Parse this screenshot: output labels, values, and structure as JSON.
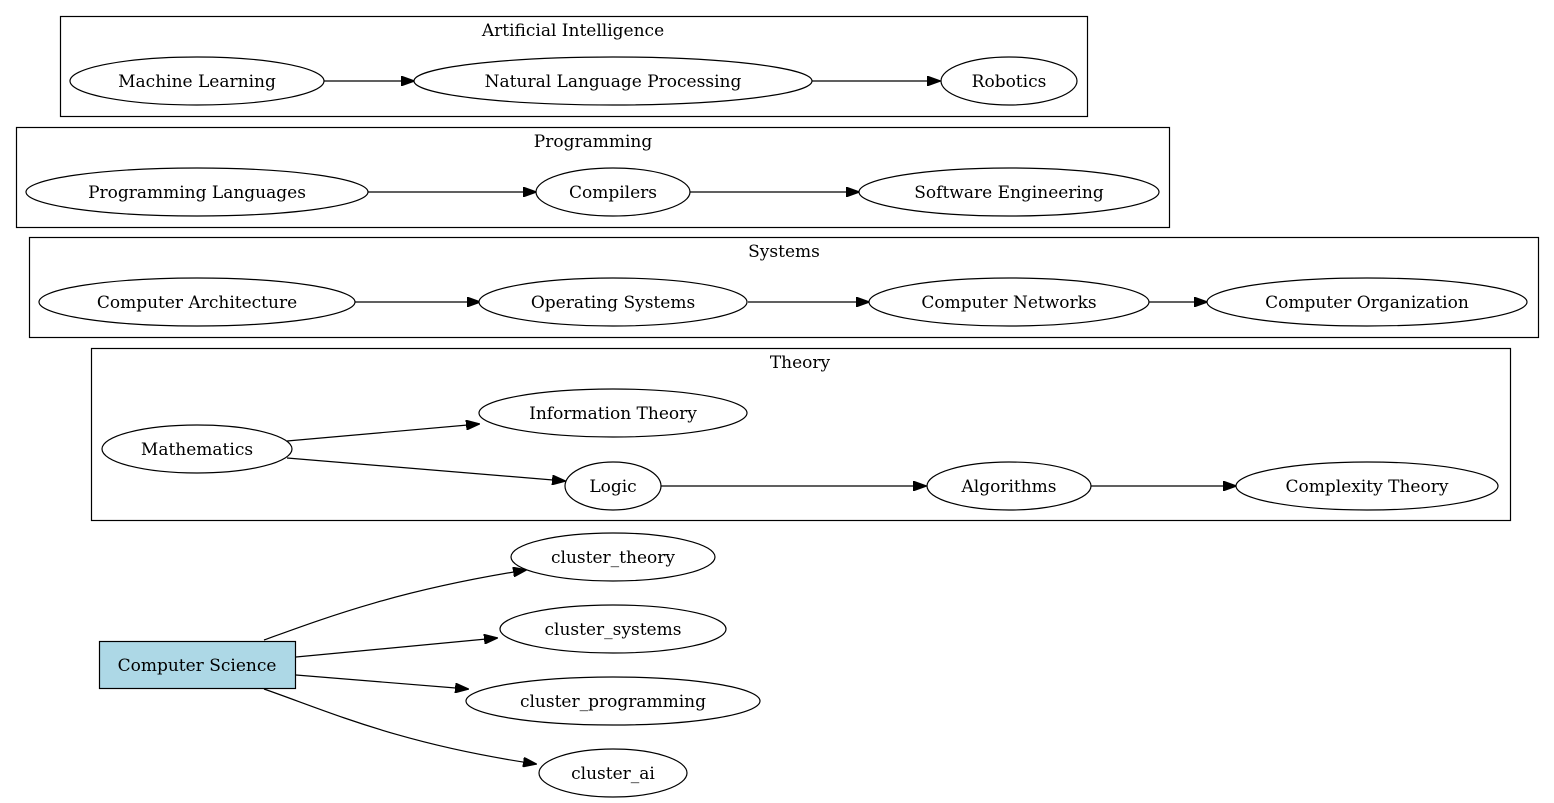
{
  "colors": {
    "root_fill": "#add8e6",
    "node_fill": "#ffffff",
    "stroke": "#000000"
  },
  "clusters": {
    "ai": {
      "label": "Artificial Intelligence",
      "nodes": {
        "machine_learning": "Machine Learning",
        "nlp": "Natural Language Processing",
        "robotics": "Robotics"
      }
    },
    "programming": {
      "label": "Programming",
      "nodes": {
        "programming_languages": "Programming Languages",
        "compilers": "Compilers",
        "software_engineering": "Software Engineering"
      }
    },
    "systems": {
      "label": "Systems",
      "nodes": {
        "computer_architecture": "Computer Architecture",
        "operating_systems": "Operating Systems",
        "computer_networks": "Computer Networks",
        "computer_organization": "Computer Organization"
      }
    },
    "theory": {
      "label": "Theory",
      "nodes": {
        "mathematics": "Mathematics",
        "information_theory": "Information Theory",
        "logic": "Logic",
        "algorithms": "Algorithms",
        "complexity_theory": "Complexity Theory"
      }
    }
  },
  "root": {
    "label": "Computer Science",
    "targets": {
      "cluster_theory": "cluster_theory",
      "cluster_systems": "cluster_systems",
      "cluster_programming": "cluster_programming",
      "cluster_ai": "cluster_ai"
    }
  },
  "edges": [
    [
      "machine_learning",
      "nlp"
    ],
    [
      "nlp",
      "robotics"
    ],
    [
      "programming_languages",
      "compilers"
    ],
    [
      "compilers",
      "software_engineering"
    ],
    [
      "computer_architecture",
      "operating_systems"
    ],
    [
      "operating_systems",
      "computer_networks"
    ],
    [
      "computer_networks",
      "computer_organization"
    ],
    [
      "mathematics",
      "information_theory"
    ],
    [
      "mathematics",
      "logic"
    ],
    [
      "logic",
      "algorithms"
    ],
    [
      "algorithms",
      "complexity_theory"
    ],
    [
      "computer_science",
      "cluster_theory"
    ],
    [
      "computer_science",
      "cluster_systems"
    ],
    [
      "computer_science",
      "cluster_programming"
    ],
    [
      "computer_science",
      "cluster_ai"
    ]
  ]
}
